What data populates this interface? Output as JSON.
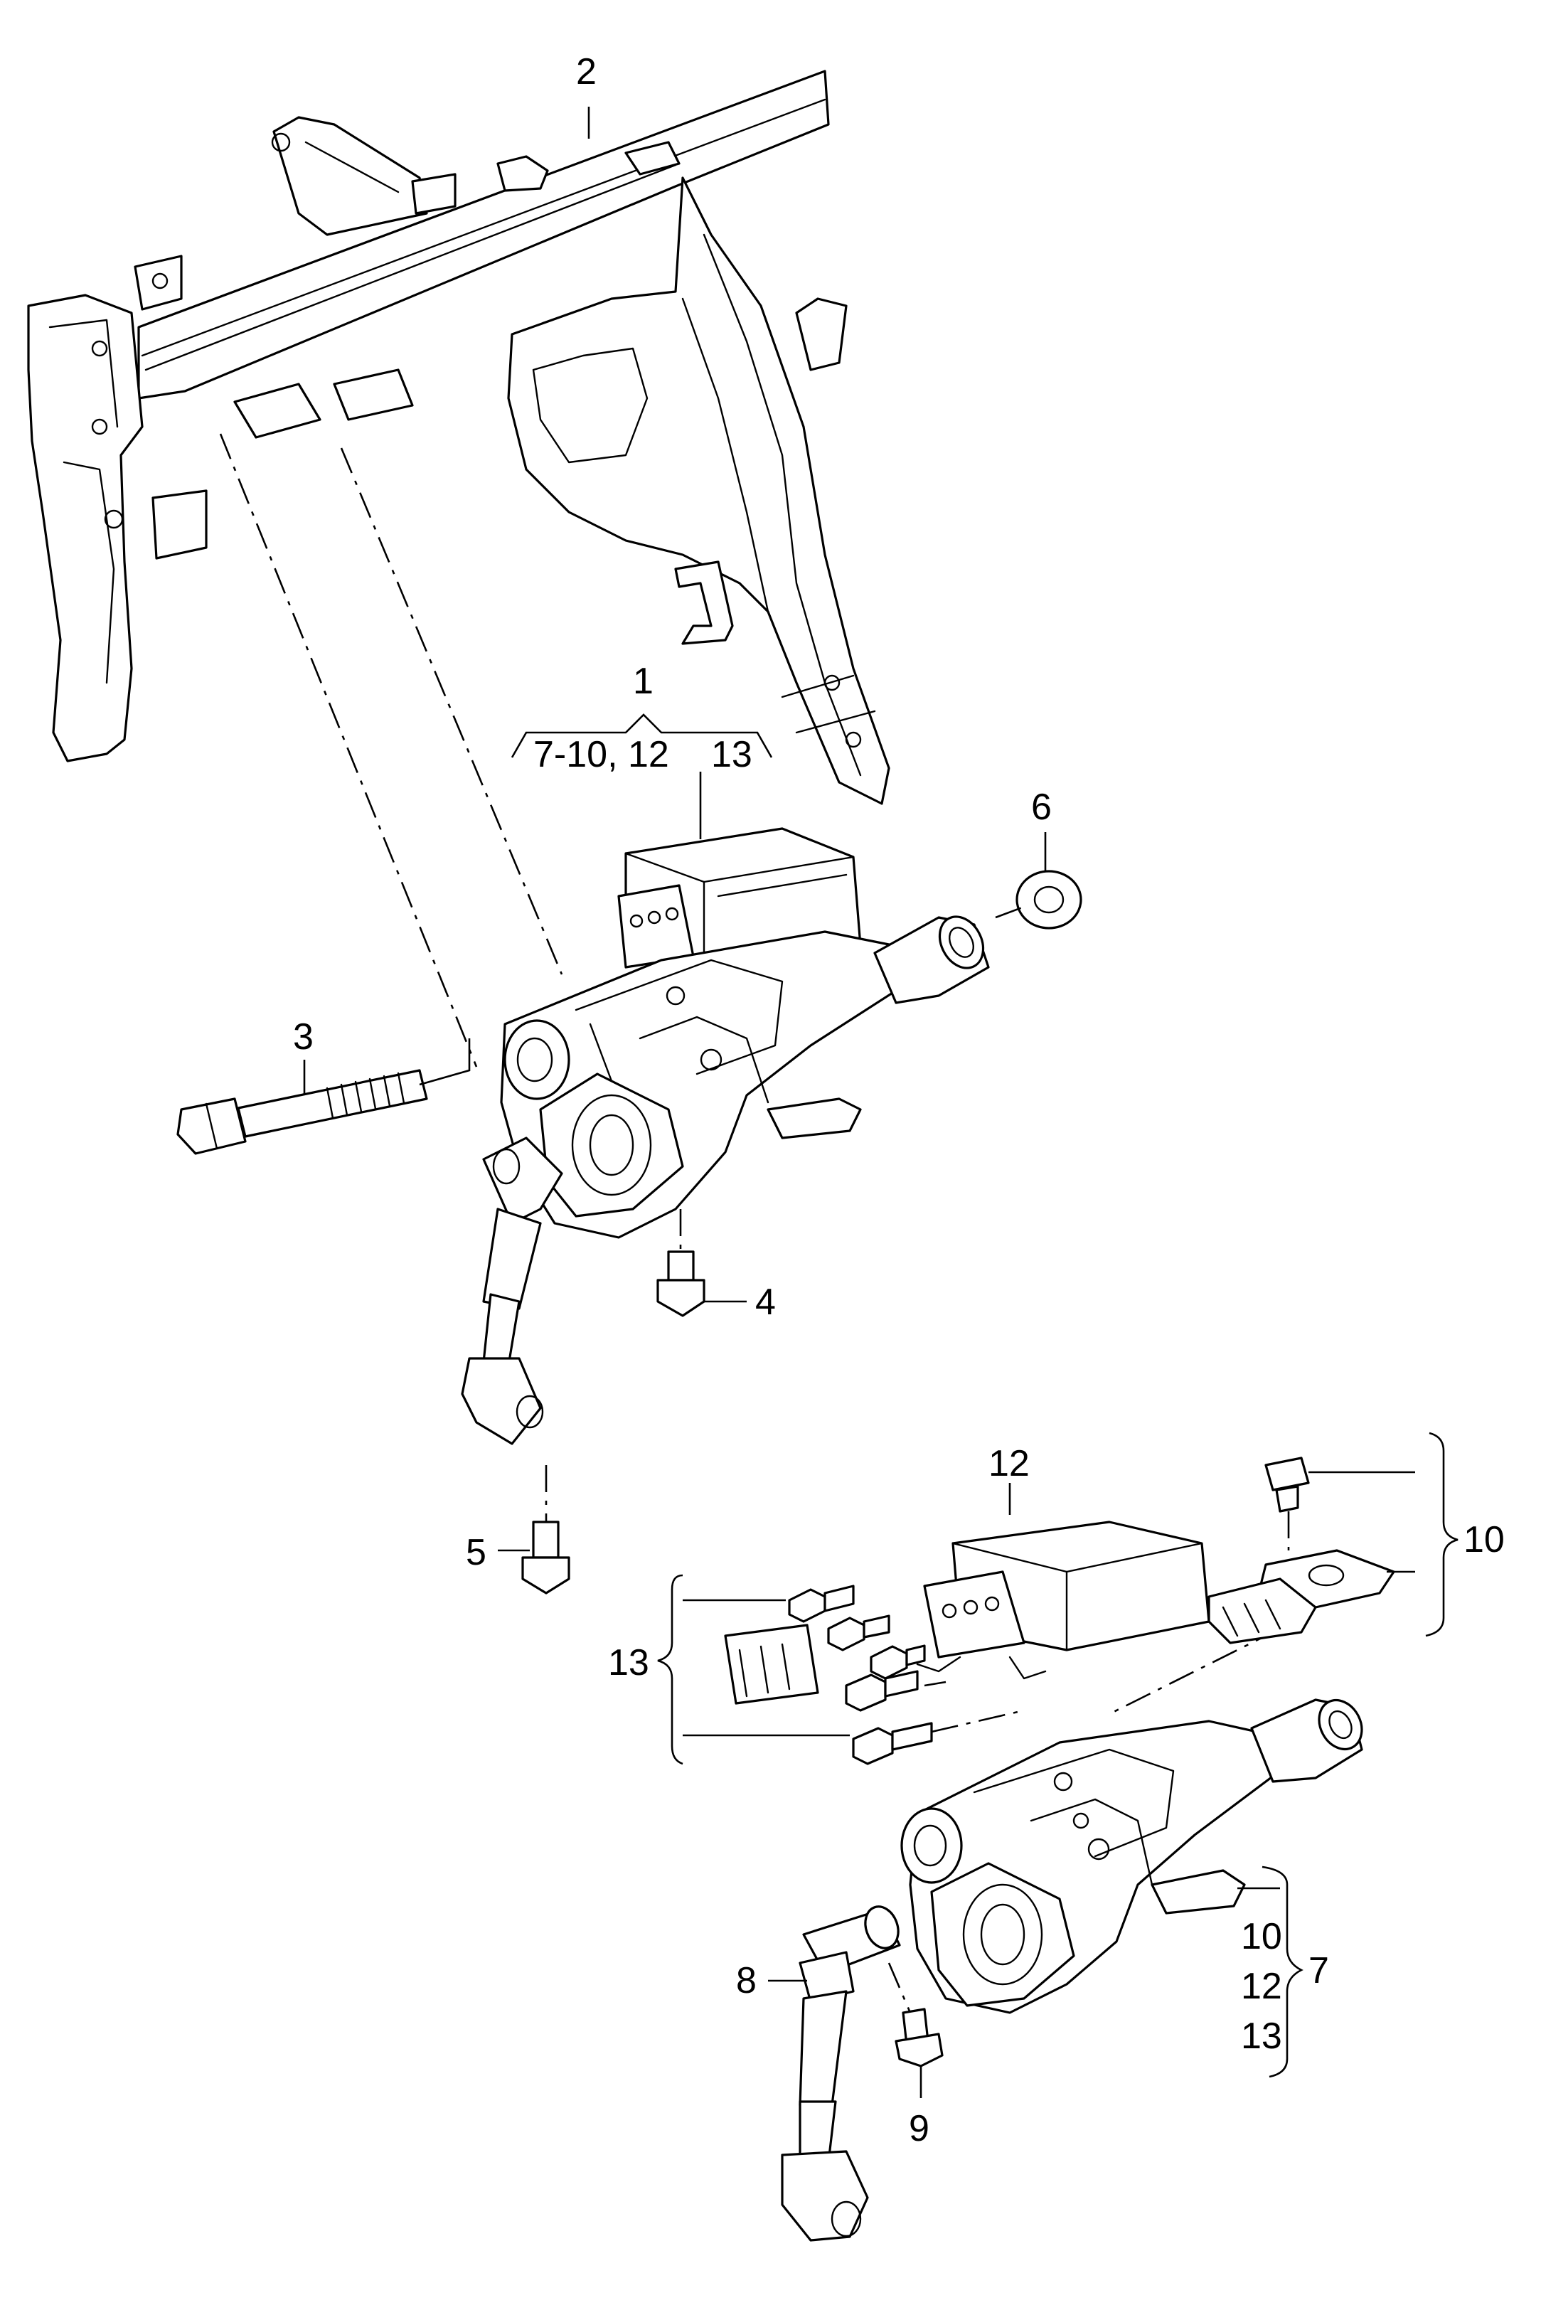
{
  "callouts": {
    "c1": "1",
    "c1_sub_a": "7-10, 12",
    "c1_sub_b": "13",
    "c2": "2",
    "c3": "3",
    "c4": "4",
    "c5": "5",
    "c6": "6",
    "c7": "7",
    "c7_list": [
      "10",
      "12",
      "13"
    ],
    "c8": "8",
    "c9": "9",
    "c10": "10",
    "c12": "12",
    "c13": "13"
  }
}
